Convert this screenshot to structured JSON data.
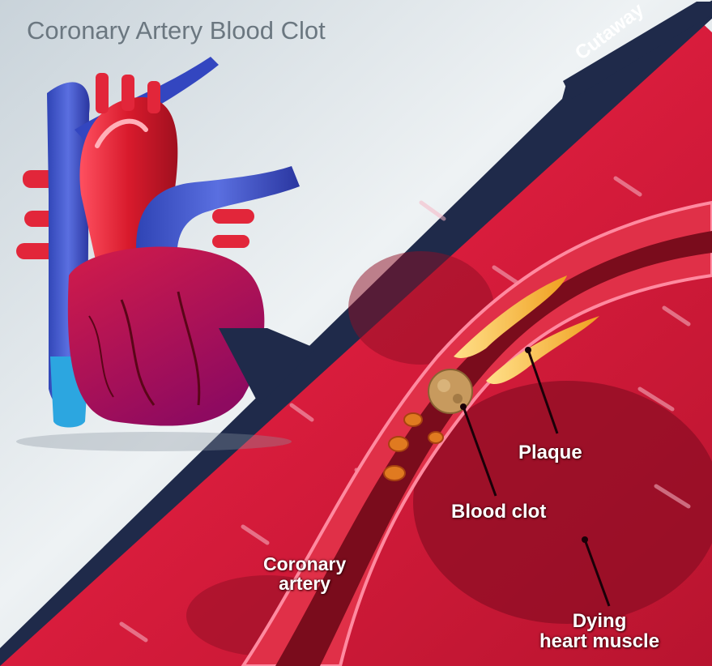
{
  "title": "Coronary Artery Blood Clot",
  "cutaway_tag": "Cutaway",
  "labels": {
    "plaque": "Plaque",
    "blood_clot": "Blood clot",
    "coronary_artery": [
      "Coronary",
      "artery"
    ],
    "dying_heart_muscle": [
      "Dying",
      "heart muscle"
    ]
  },
  "colors": {
    "background_panel": "#dce3e8",
    "cutaway_band": "#1f2a4a",
    "muscle": "#c4143a",
    "artery_lumen": "#7a0c1c",
    "plaque": "#f4c244",
    "heart_red": "#e2263a",
    "heart_blue": "#3a4fc0"
  }
}
